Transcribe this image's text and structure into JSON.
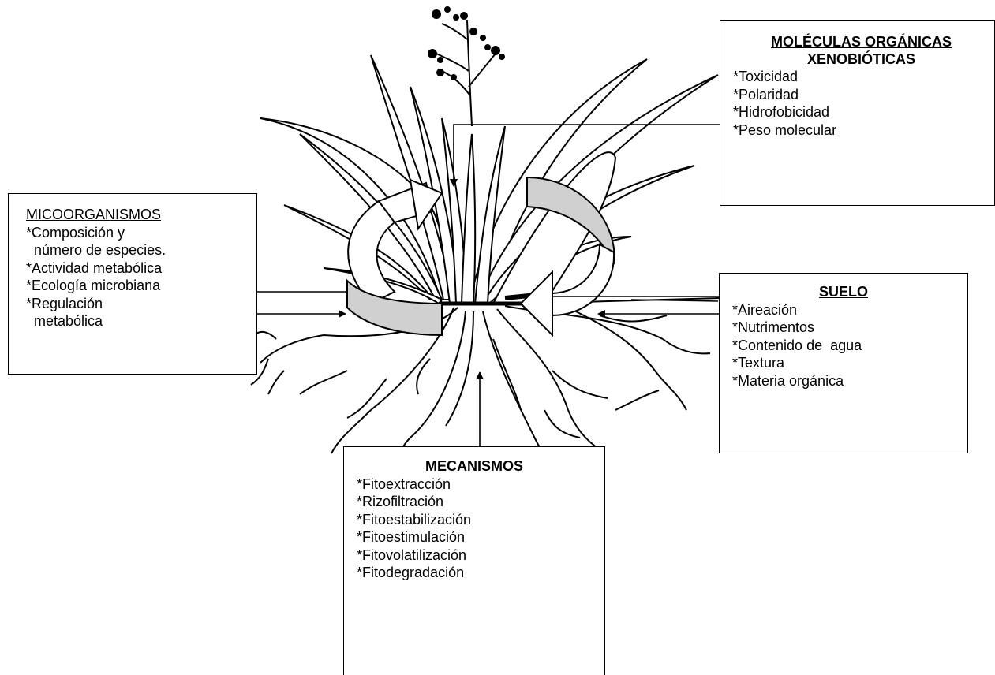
{
  "boxes": {
    "molecules": {
      "title_line1": "MOLÉCULAS ORGÁNICAS",
      "title_line2": "XENOBIÓTICAS",
      "items": [
        "*Toxicidad",
        "*Polaridad",
        "*Hidrofobicidad",
        "*Peso molecular"
      ]
    },
    "microorganisms": {
      "title": "MICOORGANISMOS",
      "items": [
        "*Composición y",
        "  número de especies.",
        "*Actividad metabólica",
        "*Ecología microbiana",
        "*Regulación",
        "  metabólica"
      ]
    },
    "soil": {
      "title": "SUELO",
      "items": [
        "*Aireación",
        "*Nutrimentos",
        "*Contenido de  agua",
        "*Textura",
        "*Materia orgánica"
      ]
    },
    "mechanisms": {
      "title": "MECANISMOS",
      "items": [
        "*Fitoextracción",
        "*Rizofiltración",
        "*Fitoestabilización",
        "*Fitoestimulación",
        "*Fitovolatilización",
        "*Fitodegradación"
      ]
    }
  },
  "colors": {
    "line": "#000000",
    "cycle_arrow_fill": "#d0d0d0",
    "background": "#ffffff"
  }
}
